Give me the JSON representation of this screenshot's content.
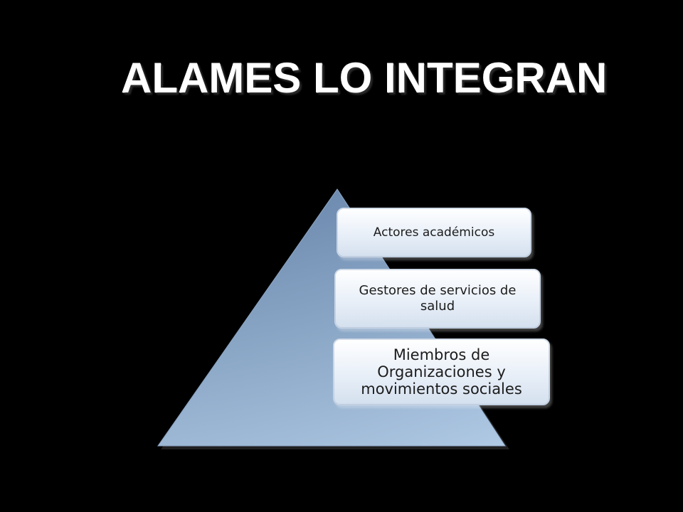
{
  "slide": {
    "title": "ALAMES LO INTEGRAN"
  },
  "pyramid": {
    "levels": [
      {
        "label": "Actores académicos"
      },
      {
        "label": "Gestores de servicios de salud"
      },
      {
        "label": "Miembros de Organizaciones y movimientos sociales"
      }
    ]
  },
  "colors": {
    "background": "#000000",
    "title_text": "#ffffff",
    "pyramid_fill_top": "#6f8fb6",
    "pyramid_fill_bottom": "#a9c6e3",
    "box_fill": "#eef3fa",
    "box_text": "#1c1c1c"
  }
}
